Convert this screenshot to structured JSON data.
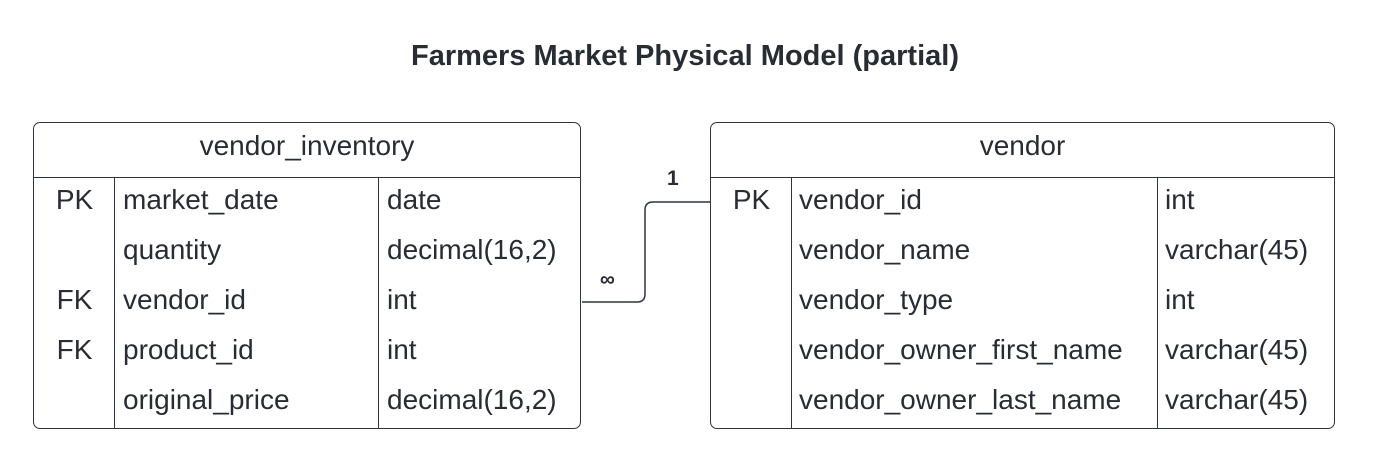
{
  "title": "Farmers Market Physical Model (partial)",
  "entities": {
    "vendor_inventory": {
      "name": "vendor_inventory",
      "rows": [
        {
          "key": "PK",
          "column": "market_date",
          "type": "date"
        },
        {
          "key": "",
          "column": "quantity",
          "type": "decimal(16,2)"
        },
        {
          "key": "FK",
          "column": "vendor_id",
          "type": "int"
        },
        {
          "key": "FK",
          "column": "product_id",
          "type": "int"
        },
        {
          "key": "",
          "column": "original_price",
          "type": "decimal(16,2)"
        }
      ]
    },
    "vendor": {
      "name": "vendor",
      "rows": [
        {
          "key": "PK",
          "column": "vendor_id",
          "type": "int"
        },
        {
          "key": "",
          "column": "vendor_name",
          "type": "varchar(45)"
        },
        {
          "key": "",
          "column": "vendor_type",
          "type": "int"
        },
        {
          "key": "",
          "column": "vendor_owner_first_name",
          "type": "varchar(45)"
        },
        {
          "key": "",
          "column": "vendor_owner_last_name",
          "type": "varchar(45)"
        }
      ]
    }
  },
  "relationship": {
    "many_label": "∞",
    "one_label": "1"
  },
  "colors": {
    "text": "#282c33",
    "line": "#2f3440",
    "background": "#ffffff"
  }
}
